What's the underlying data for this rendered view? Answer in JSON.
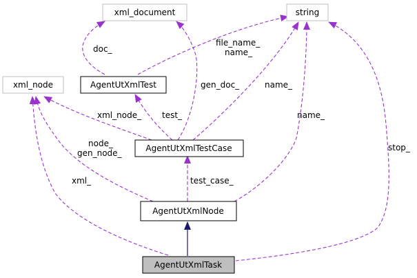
{
  "diagram": {
    "colors": {
      "usage_edge": "#9a32cd",
      "inheritance_edge": "#191970",
      "node_border_external": "#bfbfbf",
      "node_border_class": "#000000",
      "highlight_fill": "#bfbfbf"
    },
    "nodes": {
      "xml_document": "xml_document",
      "string": "string",
      "xml_node": "xml_node",
      "agent_ut_xml_test": "AgentUtXmlTest",
      "agent_ut_xml_test_case": "AgentUtXmlTestCase",
      "agent_ut_xml_node": "AgentUtXmlNode",
      "agent_ut_xml_task": "AgentUtXmlTask"
    },
    "edge_labels": {
      "doc": "doc_",
      "file_name": "file_name_",
      "name_test": "name_",
      "gen_doc": "gen_doc_",
      "name_case": "name_",
      "xml_node": "xml_node_",
      "test": "test_",
      "name_node": "name_",
      "node": "node_",
      "gen_node": "gen_node_",
      "xml": "xml_",
      "test_case": "test_case_",
      "stop": "stop_"
    }
  }
}
